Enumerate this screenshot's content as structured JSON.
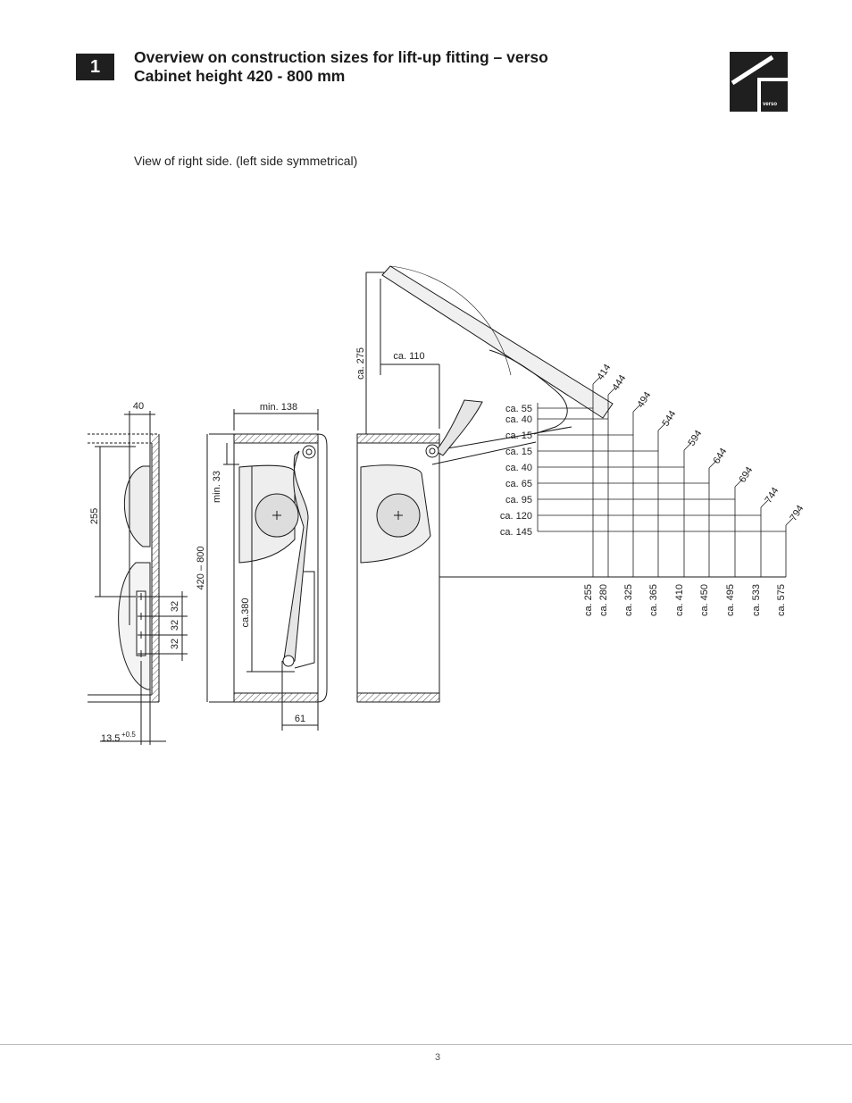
{
  "section_number": "1",
  "title_line1": "Overview on construction sizes for lift-up fitting – verso",
  "title_line2": "Cabinet height 420 - 800 mm",
  "logo_text": "verso",
  "subtitle": "View of right side. (left side symmetrical)",
  "page_number": "3",
  "dimensions": {
    "side_panel": {
      "width": "40",
      "height": "255",
      "hole_spacing": [
        "32",
        "32",
        "32"
      ],
      "offset": "13.5",
      "tolerance": "+0.5"
    },
    "cabinet_closed": {
      "depth": "min. 138",
      "top_clearance": "min. 33",
      "height_range": "420 – 800",
      "mechanism_height": "ca.380",
      "front_gap": "61"
    },
    "cabinet_open": {
      "rise": "ca. 275",
      "projection": "ca. 110",
      "left_labels": [
        "ca. 55",
        "ca. 40",
        "ca. 15",
        "ca. 15",
        "ca. 40",
        "ca. 65",
        "ca. 95",
        "ca. 120",
        "ca. 145"
      ],
      "door_heights": [
        "414",
        "444",
        "494",
        "544",
        "594",
        "644",
        "694",
        "744",
        "794"
      ],
      "bottom_labels": [
        "ca. 255",
        "ca. 280",
        "ca. 325",
        "ca. 365",
        "ca. 410",
        "ca. 450",
        "ca. 495",
        "ca. 533",
        "ca. 575"
      ]
    }
  },
  "colors": {
    "ink": "#1a1a1a",
    "badge": "#1f1f1f",
    "hatch": "#555555"
  }
}
